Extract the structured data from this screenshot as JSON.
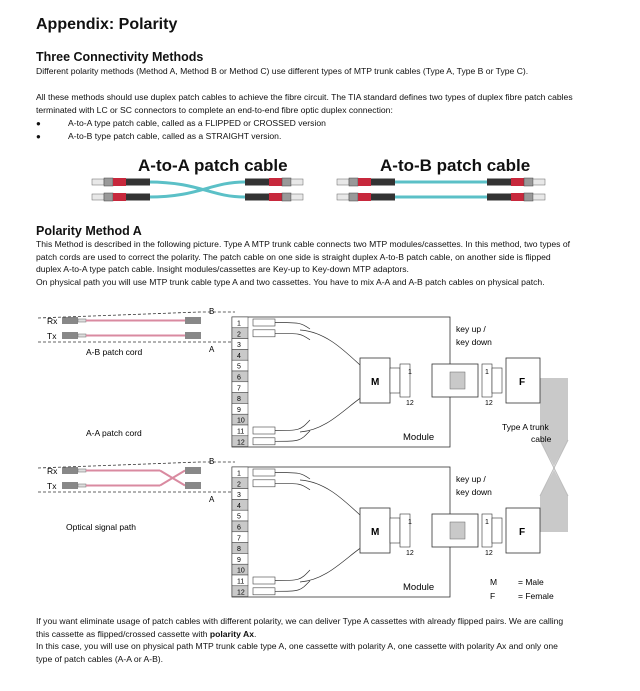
{
  "title": "Appendix: Polarity",
  "section1": {
    "heading": "Three Connectivity Methods",
    "intro": "Different polarity methods (Method A, Method B or Method C) use different types of MTP trunk cables (Type A, Type B or Type C).",
    "para_lines": [
      "All these methods should use duplex patch cables to achieve the fibre circuit. The TIA standard defines two types of duplex fibre patch cables",
      "terminated with LC or SC connectors to complete an end-to-end fibre optic duplex connection:"
    ],
    "bullets": [
      "A-to-A type patch cable, called as a FLIPPED or CROSSED version",
      "A-to-B type patch cable, called as a STRAIGHT version."
    ],
    "cable_aa_label": "A-to-A patch cable",
    "cable_ab_label": "A-to-B patch cable"
  },
  "section2": {
    "heading": "Polarity Method A",
    "lines": [
      "This Method is described in the following picture. Type A MTP trunk cable connects two MTP modules/cassettes. In this method, two types of",
      "patch cords are used to correct the polarity. The patch cable on one side is straight duplex A-to-B patch cable, on another side is flipped",
      "duplex A-to-A type patch cable. Insight modules/cassettes are Key-up to Key-down MTP adaptors.",
      "On physical path you will use MTP trunk cable type A and two cassettes. You have to mix A-A and A-B patch cables on physical patch."
    ]
  },
  "diagram": {
    "rx": "Rx",
    "tx": "Tx",
    "ab_patch_cord": "A-B patch cord",
    "aa_patch_cord": "A-A patch cord",
    "optical_signal_path": "Optical signal path",
    "port_b": "B",
    "port_a": "A",
    "port_numbers": [
      "1",
      "2",
      "3",
      "4",
      "5",
      "6",
      "7",
      "8",
      "9",
      "10",
      "11",
      "12"
    ],
    "m_label": "M",
    "f_label": "F",
    "mtp_one": "1",
    "mtp_twelve": "12",
    "key_up": "key up /",
    "key_down": "key down",
    "module_label": "Module",
    "trunk_line1": "Type A trunk",
    "trunk_line2": "cable",
    "legend_m": "M",
    "legend_m_text": "= Male",
    "legend_f": "F",
    "legend_f_text": "= Female"
  },
  "footer": {
    "line1": "If you want eliminate usage of patch cables with different polarity, we can deliver Type A cassettes with already flipped pairs. We are calling",
    "line2_prefix": "this cassette as flipped/crossed cassette with ",
    "line2_bold": "polarity Ax",
    "line2_suffix": ".",
    "line3": "In this case, you will use on physical path MTP trunk cable type A, one cassette with polarity A, one  cassette with polarity Ax and only one",
    "line4": "type of patch cables (A-A or A-B)."
  },
  "colors": {
    "aqua_cable": "#5bc0c7",
    "connector_red": "#c7283c",
    "pink_cord": "#d98aa0",
    "trunk_gray": "#c9c9c9",
    "port_shade": "#c9c9c9"
  }
}
